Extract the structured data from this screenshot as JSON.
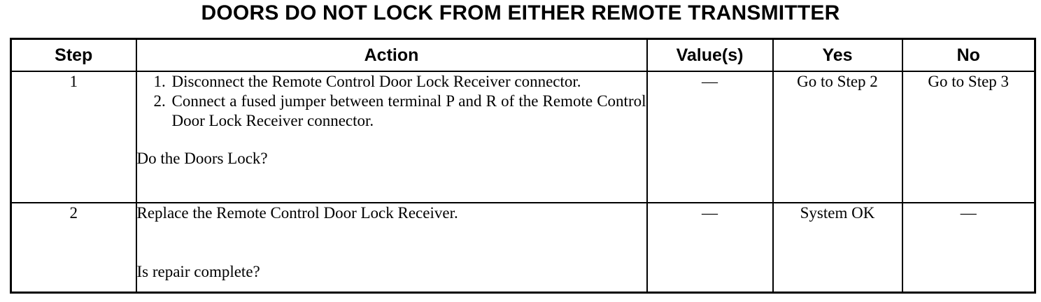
{
  "title": "DOORS DO NOT LOCK FROM EITHER REMOTE TRANSMITTER",
  "table": {
    "headers": {
      "step": "Step",
      "action": "Action",
      "value": "Value(s)",
      "yes": "Yes",
      "no": "No"
    },
    "rows": [
      {
        "step": "1",
        "action": {
          "items": [
            {
              "number": "1.",
              "text": "Disconnect the Remote Control Door Lock Receiver connector."
            },
            {
              "number": "2.",
              "text": "Connect a fused jumper between terminal P and R of the Remote Control Door Lock Receiver connector."
            }
          ],
          "question": "Do the Doors Lock?"
        },
        "value": "—",
        "yes": "Go to Step 2",
        "no": "Go to Step 3"
      },
      {
        "step": "2",
        "action": {
          "line": "Replace the Remote Control Door Lock Receiver.",
          "question": "Is repair complete?"
        },
        "value": "—",
        "yes": "System OK",
        "no": "—"
      }
    ]
  },
  "colors": {
    "text": "#000000",
    "background": "#ffffff",
    "border": "#000000"
  }
}
